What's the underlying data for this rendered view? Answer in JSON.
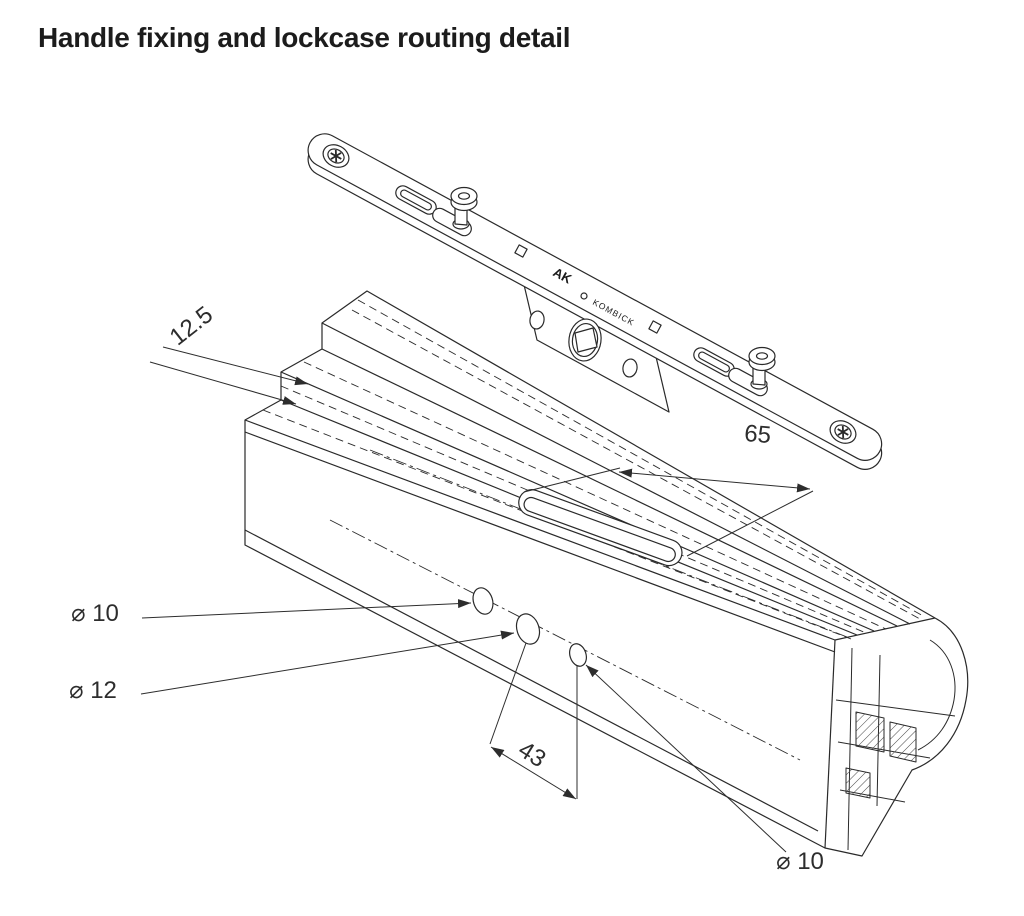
{
  "title": "Handle fixing and lockcase routing detail",
  "annotations": {
    "groove_offset": "12.5",
    "slot_length": "65",
    "hole_spacing": "43",
    "hole_dia_top": "⌀ 10",
    "hole_dia_mid": "⌀ 12",
    "hole_dia_bottom": "⌀ 10"
  },
  "lockcase": {
    "logo": "AK",
    "brand": "KOMBICK"
  },
  "colors": {
    "ink": "#2a2a2a",
    "dim": "#2d2d2d",
    "background": "#ffffff"
  }
}
